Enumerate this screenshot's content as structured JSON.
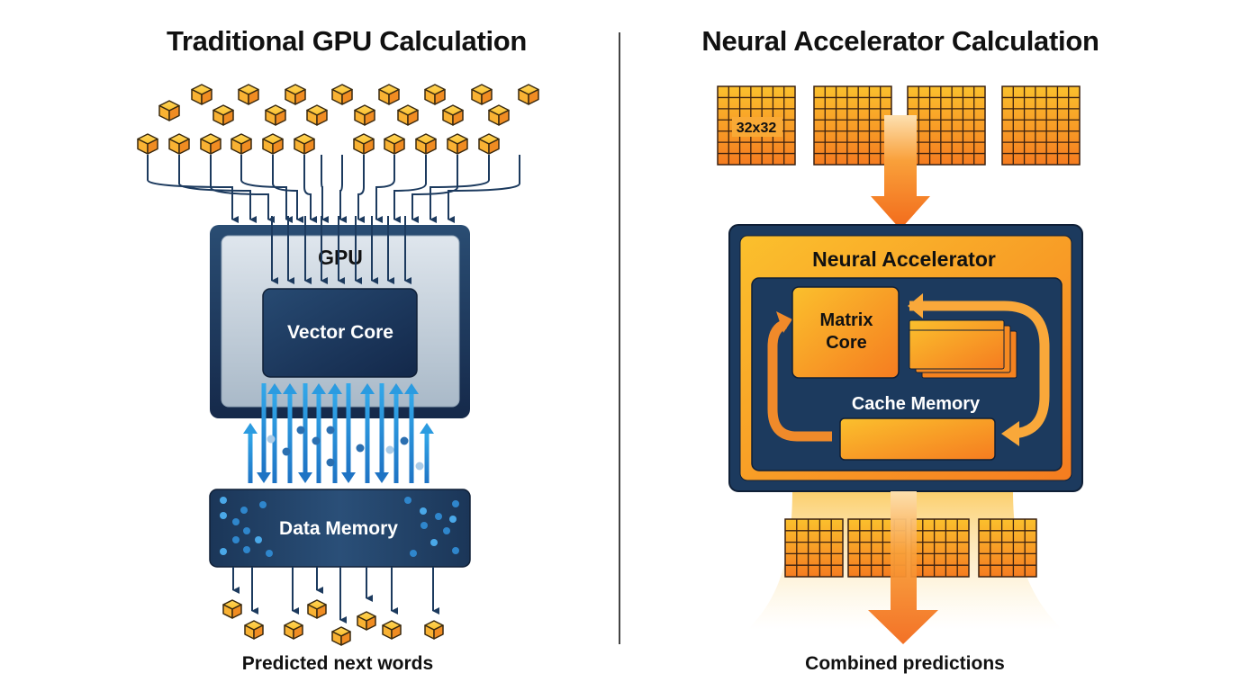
{
  "left_panel": {
    "title": "Traditional GPU Calculation",
    "gpu_label": "GPU",
    "vector_core_label": "Vector Core",
    "data_memory_label": "Data Memory",
    "caption": "Predicted next words",
    "input_token_count": 27,
    "output_token_count": 8
  },
  "right_panel": {
    "title": "Neural Accelerator Calculation",
    "tile_label": "32x32",
    "accelerator_label": "Neural Accelerator",
    "matrix_core_label": "Matrix Core",
    "cache_memory_label": "Cache Memory",
    "caption": "Combined predictions",
    "input_tile_count": 4,
    "output_tile_count": 4
  },
  "colors": {
    "navy": "#1c3a5e",
    "navy_dark": "#14263f",
    "gpu_fill": "#c9d4de",
    "cube_yellow": "#f7b733",
    "orange": "#f57c20",
    "orange_light": "#fbb033",
    "arrow_blue": "#2b9be0"
  }
}
